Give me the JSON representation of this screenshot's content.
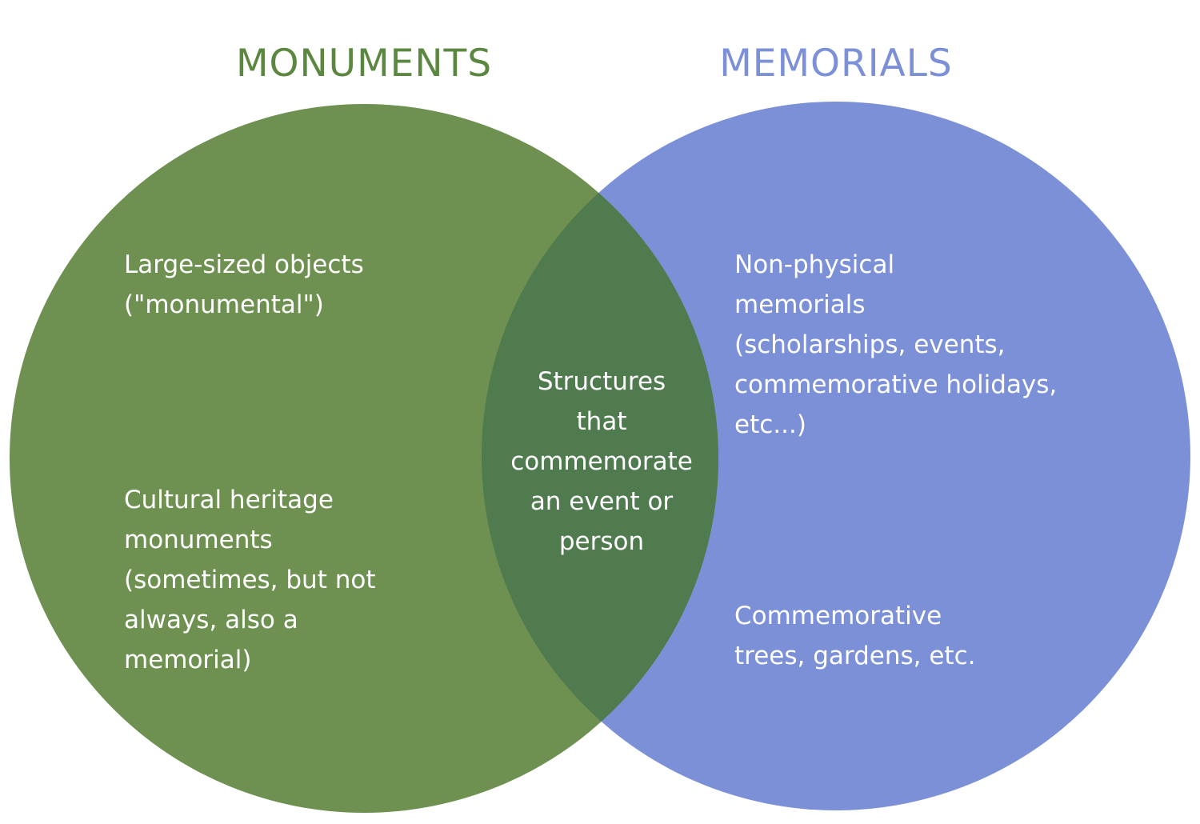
{
  "diagram": {
    "type": "venn",
    "left": {
      "title": "MONUMENTS",
      "items": [
        "Large-sized objects\n(\"monumental\")",
        "Cultural heritage\nmonuments\n(sometimes, but not\nalways, also a\nmemorial)"
      ]
    },
    "right": {
      "title": "MEMORIALS",
      "items": [
        "Non-physical\nmemorials\n(scholarships, events,\ncommemorative holidays,\netc...)",
        "Commemorative\ntrees, gardens, etc."
      ]
    },
    "overlap": {
      "text": "Structures\nthat\ncommemorate\nan event or\nperson"
    },
    "colors": {
      "left_circle": "#6E9151",
      "right_circle": "#7C90D8",
      "overlap": "#4F7B4F",
      "title_left": "#5C8740",
      "title_right": "#7C90D8",
      "text": "#FFFFFF",
      "background": "#FFFFFF"
    }
  }
}
